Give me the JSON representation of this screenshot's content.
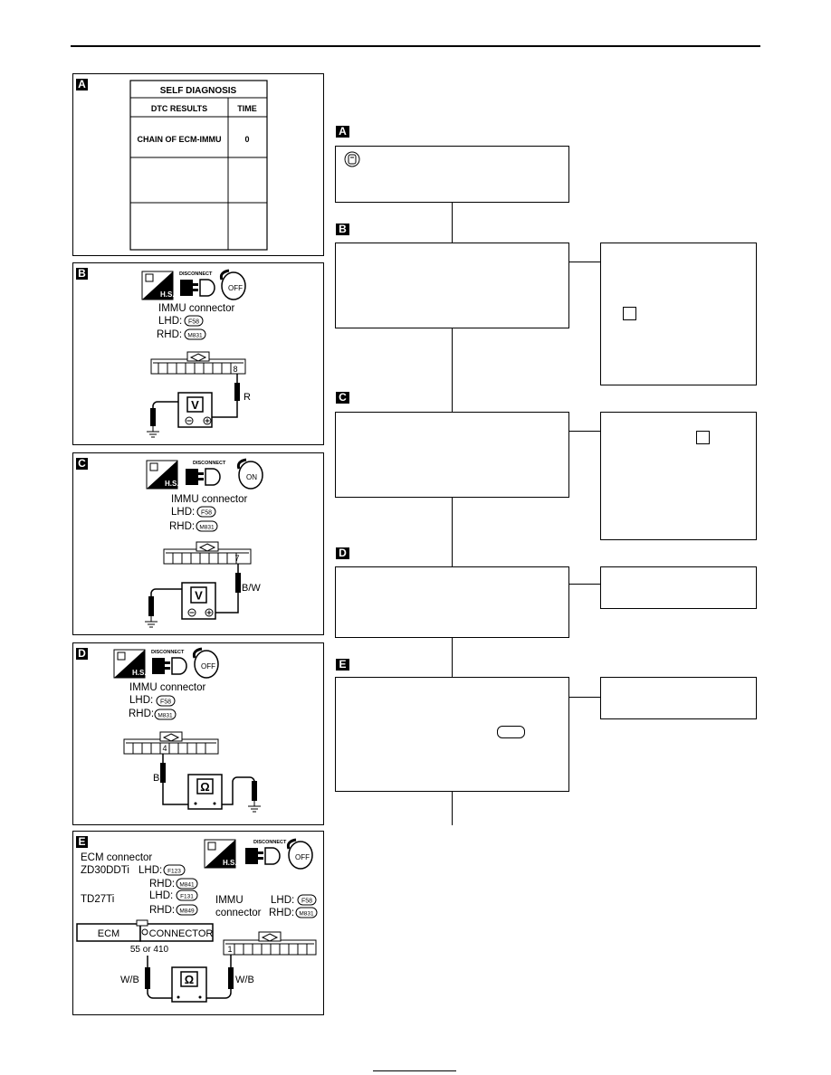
{
  "panels": {
    "A": {
      "tag": "A",
      "table": {
        "title": "SELF DIAGNOSIS",
        "col1": "DTC RESULTS",
        "col2": "TIME",
        "row1_result": "CHAIN OF ECM-IMMU",
        "row1_time": "0"
      }
    },
    "B": {
      "tag": "B",
      "disconnect": "DISCONNECT",
      "hs": "H.S.",
      "ignition": "OFF",
      "connector": "IMMU connector",
      "lhd_label": "LHD:",
      "lhd_code": "F58",
      "rhd_label": "RHD:",
      "rhd_code": "M831",
      "pin": "8",
      "wire": "R",
      "meter": "V"
    },
    "C": {
      "tag": "C",
      "disconnect": "DISCONNECT",
      "hs": "H.S.",
      "ignition": "ON",
      "connector": "IMMU connector",
      "lhd_label": "LHD:",
      "lhd_code": "F58",
      "rhd_label": "RHD:",
      "rhd_code": "M831",
      "pin": "7",
      "wire": "B/W",
      "meter": "V"
    },
    "D": {
      "tag": "D",
      "disconnect": "DISCONNECT",
      "hs": "H.S.",
      "ignition": "OFF",
      "connector": "IMMU connector",
      "lhd_label": "LHD:",
      "lhd_code": "F58",
      "rhd_label": "RHD:",
      "rhd_code": "M831",
      "pin": "4",
      "wire": "B",
      "meter": "Ω"
    },
    "E": {
      "tag": "E",
      "disconnect": "DISCONNECT",
      "hs": "H.S.",
      "ignition": "OFF",
      "ecm_connector": "ECM connector",
      "engine1": "ZD30DDTi",
      "engine1_lhd_label": "LHD:",
      "engine1_lhd_code": "F123",
      "engine1_rhd_label": "RHD:",
      "engine1_rhd_code": "M841",
      "engine2": "TD27Ti",
      "engine2_lhd_label": "LHD:",
      "engine2_lhd_code": "F131",
      "engine2_rhd_label": "RHD:",
      "engine2_rhd_code": "M849",
      "immu_label_1": "IMMU",
      "immu_label_2": "connector",
      "immu_lhd_label": "LHD:",
      "immu_lhd_code": "F58",
      "immu_rhd_label": "RHD:",
      "immu_rhd_code": "M831",
      "ecm_box": "ECM",
      "connector_box": "CONNECTOR",
      "ecm_pin": "55 or 410",
      "immu_pin": "1",
      "wire_left": "W/B",
      "wire_right": "W/B",
      "meter": "Ω"
    }
  },
  "flow": {
    "A": "A",
    "B": "B",
    "C": "C",
    "D": "D",
    "E": "E"
  }
}
